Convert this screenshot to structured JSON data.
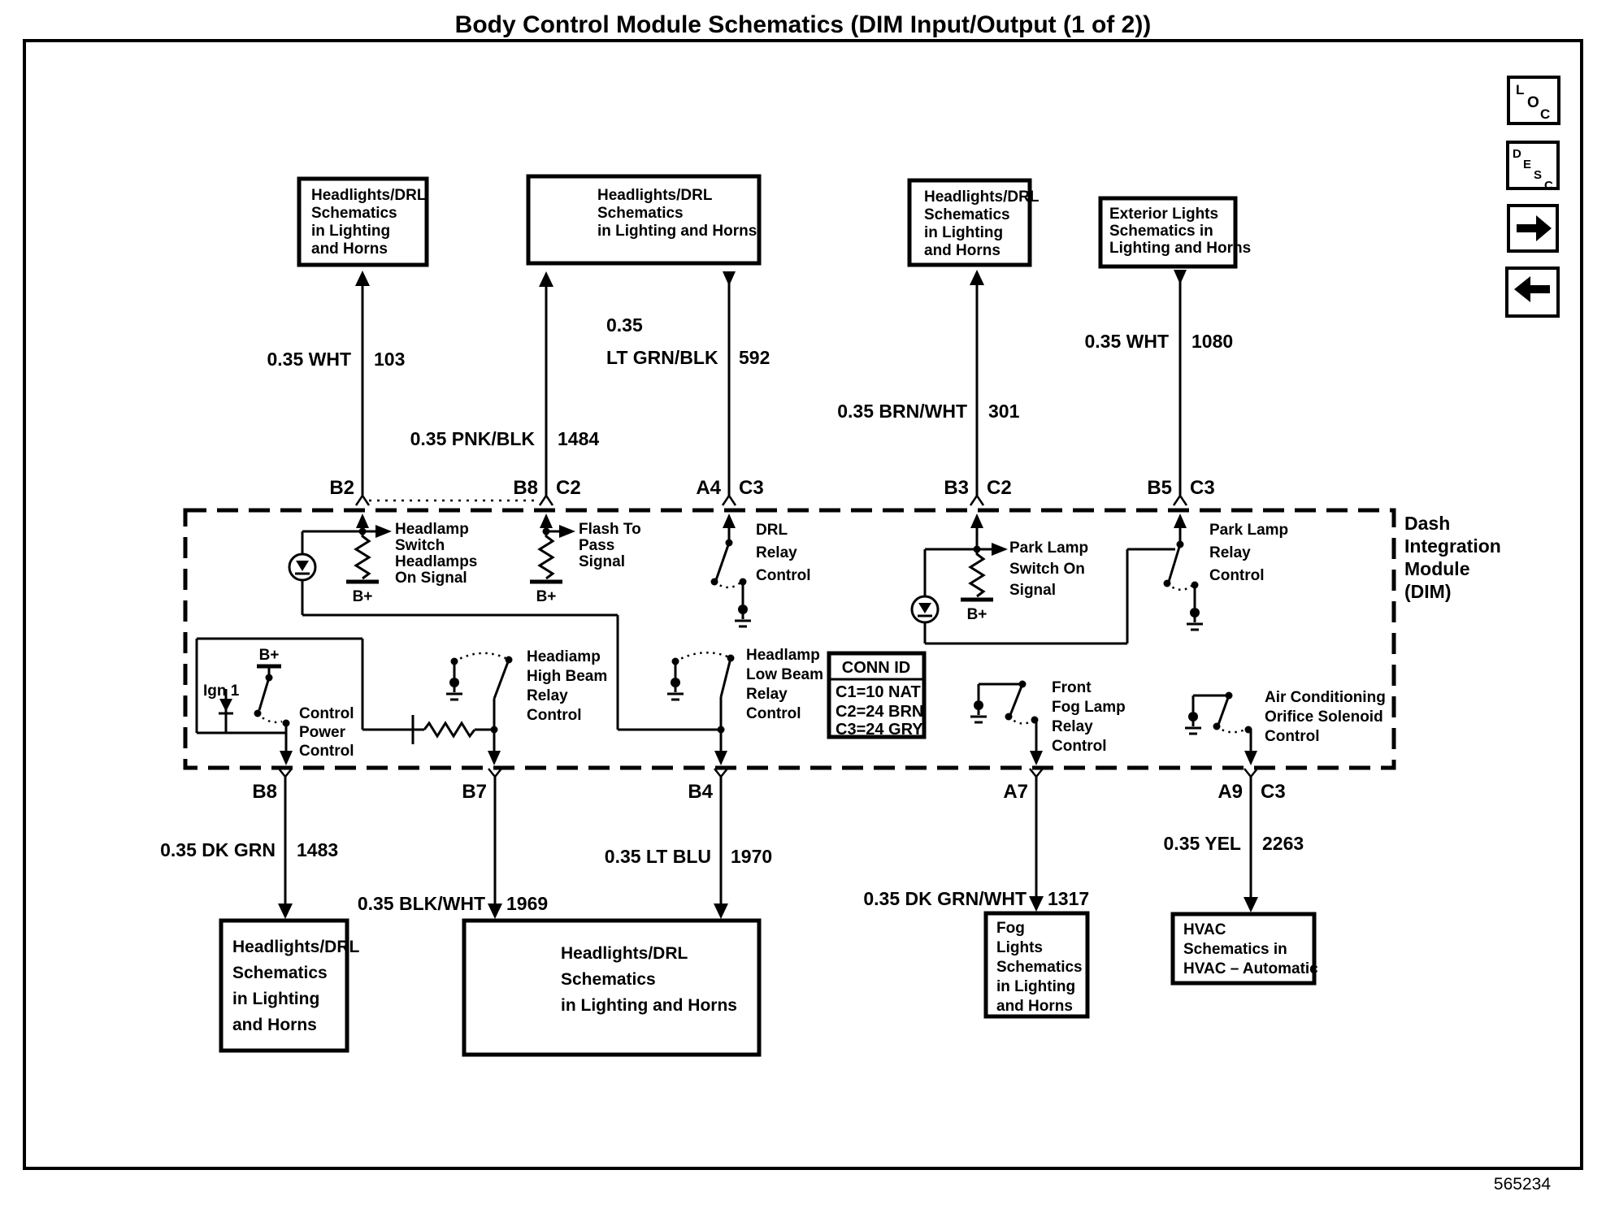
{
  "title": "Body Control Module Schematics (DIM Input/Output (1 of 2))",
  "footer_code": "565234",
  "colors": {
    "ink": "#000000",
    "paper": "#ffffff"
  },
  "nav": {
    "loc_letters": [
      "L",
      "O",
      "C"
    ],
    "desc_letters": [
      "D",
      "E",
      "S",
      "C"
    ],
    "next_icon": "right-arrow",
    "prev_icon": "left-arrow"
  },
  "module_label": {
    "lines": [
      "Dash",
      "Integration",
      "Module",
      "(DIM)"
    ]
  },
  "conn_id": {
    "header": "CONN ID",
    "rows": [
      "C1=10 NAT",
      "C2=24 BRN",
      "C3=24 GRY"
    ]
  },
  "ref_boxes": {
    "top_left": {
      "lines": [
        "Headlights/DRL",
        "Schematics",
        "in Lighting",
        "and Horns"
      ]
    },
    "top_mid": {
      "lines": [
        "Headlights/DRL",
        "Schematics",
        "in Lighting and Horns"
      ]
    },
    "top_right": {
      "lines": [
        "Headlights/DRL",
        "Schematics",
        "in Lighting",
        "and Horns"
      ]
    },
    "top_far_right": {
      "lines": [
        "Exterior Lights",
        "Schematics in",
        "Lighting and Horns"
      ]
    },
    "bottom_left": {
      "lines": [
        "Headlights/DRL",
        "Schematics",
        "in Lighting",
        "and Horns"
      ]
    },
    "bottom_mid": {
      "lines": [
        "Headlights/DRL",
        "Schematics",
        "in Lighting and Horns"
      ]
    },
    "bottom_fog": {
      "lines": [
        "Fog",
        "Lights",
        "Schematics",
        "in Lighting",
        "and Horns"
      ]
    },
    "bottom_hvac": {
      "lines": [
        "HVAC",
        "Schematics in",
        "HVAC – Automatic"
      ]
    }
  },
  "wires": {
    "wht_103": {
      "spec": "0.35 WHT",
      "circuit": "103"
    },
    "pnk_blk_1484": {
      "spec": "0.35 PNK/BLK",
      "circuit": "1484"
    },
    "lt_grn_blk_592": {
      "spec_line1": "0.35",
      "spec_line2": "LT GRN/BLK",
      "circuit": "592"
    },
    "brn_wht_301": {
      "spec": "0.35 BRN/WHT",
      "circuit": "301"
    },
    "wht_1080": {
      "spec": "0.35 WHT",
      "circuit": "1080"
    },
    "dk_grn_1483": {
      "spec": "0.35 DK GRN",
      "circuit": "1483"
    },
    "blk_wht_1969": {
      "spec": "0.35 BLK/WHT",
      "circuit": "1969"
    },
    "lt_blu_1970": {
      "spec": "0.35 LT BLU",
      "circuit": "1970"
    },
    "dk_grn_wht_1317": {
      "spec": "0.35 DK GRN/WHT",
      "circuit": "1317"
    },
    "yel_2263": {
      "spec": "0.35 YEL",
      "circuit": "2263"
    }
  },
  "pins": {
    "top": {
      "b2": "B2",
      "b8": "B8",
      "c2_left": "C2",
      "a4": "A4",
      "c3_left": "C3",
      "b3": "B3",
      "c2_right": "C2",
      "b5": "B5",
      "c3_right": "C3"
    },
    "bottom": {
      "b8": "B8",
      "b7": "B7",
      "b4": "B4",
      "a7": "A7",
      "a9": "A9",
      "c3": "C3"
    }
  },
  "signals": {
    "headlamp_switch": {
      "lines": [
        "Headlamp",
        "Switch",
        "Headlamps",
        "On Signal"
      ]
    },
    "flash_to_pass": {
      "lines": [
        "Flash To",
        "Pass",
        "Signal"
      ]
    },
    "drl_relay": {
      "lines": [
        "DRL",
        "Relay",
        "Control"
      ]
    },
    "park_lamp_switch": {
      "lines": [
        "Park Lamp",
        "Switch On",
        "Signal"
      ]
    },
    "park_lamp_relay": {
      "lines": [
        "Park Lamp",
        "Relay",
        "Control"
      ]
    },
    "control_power": {
      "lines": [
        "Control",
        "Power",
        "Control"
      ]
    },
    "high_beam_relay": {
      "lines": [
        "Headiamp",
        "High Beam",
        "Relay",
        "Control"
      ]
    },
    "low_beam_relay": {
      "lines": [
        "Headlamp",
        "Low Beam",
        "Relay",
        "Control"
      ]
    },
    "fog_lamp_relay": {
      "lines": [
        "Front",
        "Fog Lamp",
        "Relay",
        "Control"
      ]
    },
    "ac_solenoid": {
      "lines": [
        "Air Conditioning",
        "Orifice Solenoid",
        "Control"
      ]
    },
    "ign1_label": "Ign 1",
    "b_plus_label": "B+"
  }
}
